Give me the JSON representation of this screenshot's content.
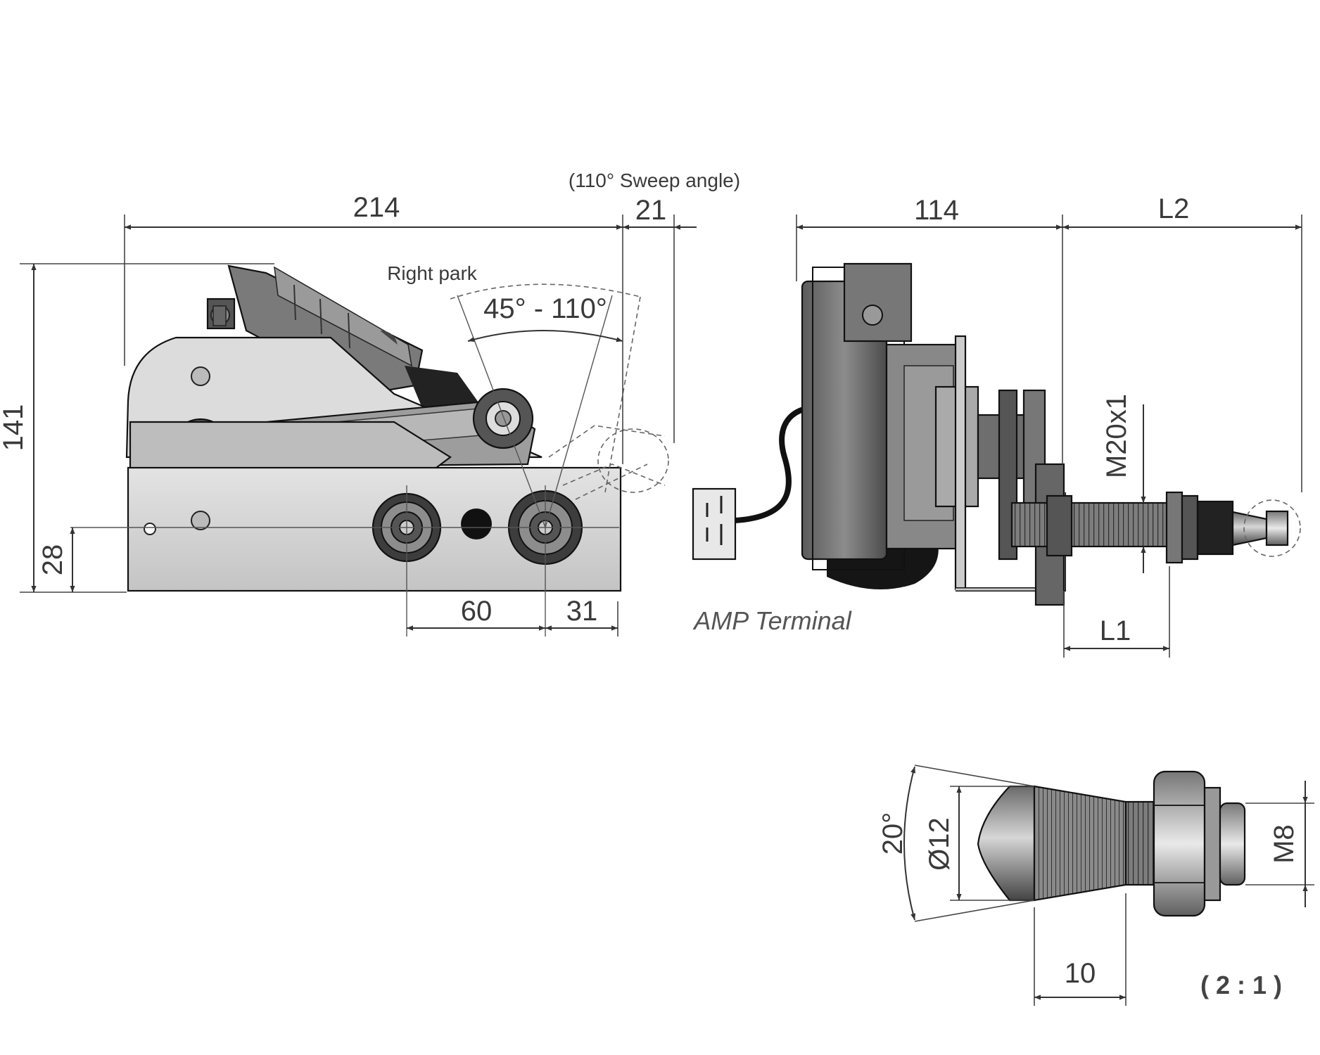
{
  "labels": {
    "sweep_angle_note": "(110° Sweep angle)",
    "right_park": "Right park",
    "angle_range": "45° - 110°",
    "amp_terminal": "AMP Terminal",
    "scale": "( 2 : 1 )"
  },
  "dimensions": {
    "overall_width": "214",
    "overhang": "21",
    "height": "141",
    "spindle_height": "28",
    "spindle_spacing": "60",
    "edge_offset": "31",
    "depth": "114",
    "l2": "L2",
    "l1": "L1",
    "thread": "M20x1",
    "taper_angle": "20°",
    "taper_diameter": "Ø12",
    "nut_thread": "M8",
    "taper_length": "10"
  },
  "colors": {
    "line": "#333333",
    "metal_light": "#c9c9c9",
    "metal_mid": "#9a9a9a",
    "metal_dark": "#4a4a4a"
  }
}
